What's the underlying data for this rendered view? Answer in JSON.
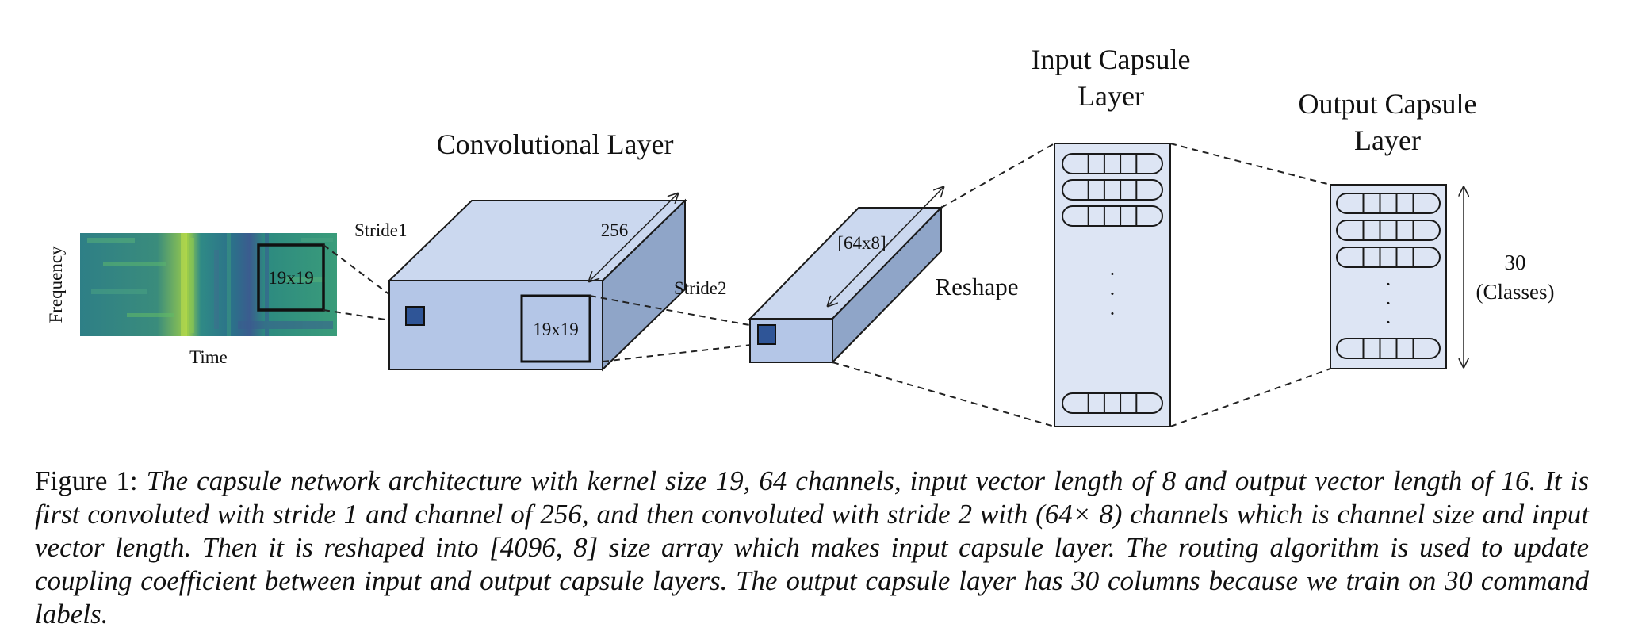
{
  "diagram": {
    "spectrogram": {
      "x_label": "Time",
      "y_label": "Frequency",
      "kernel_label": "19x19"
    },
    "conv_layer": {
      "title": "Convolutional Layer",
      "stride_label": "Stride1",
      "depth_label": "256",
      "kernel_label": "19x19"
    },
    "primary_block": {
      "stride_label": "Stride2",
      "shape_label": "[64x8]",
      "reshape_label": "Reshape"
    },
    "input_capsule": {
      "title_line1": "Input Capsule",
      "title_line2": "Layer",
      "ellipsis": "·"
    },
    "output_capsule": {
      "title_line1": "Output Capsule",
      "title_line2": "Layer",
      "count_label": "30",
      "classes_label": "(Classes)",
      "ellipsis": "·"
    },
    "colors": {
      "box_front": "#b4c6e7",
      "box_top": "#cbd8ef",
      "box_side": "#8fa5c8",
      "capsule_bg": "#dde5f4",
      "unit_fill": "#2f5597"
    }
  },
  "caption": {
    "label": "Figure 1:",
    "text": "The capsule network architecture with kernel size 19, 64 channels, input vector length of 8 and output vector length of 16. It is first convoluted with stride 1 and channel of 256, and then convoluted with stride 2 with (64× 8) channels which is channel size and input vector length. Then it is reshaped into [4096, 8] size array which makes input capsule layer. The routing algorithm is used to update coupling coefficient between input and output capsule layers. The output capsule layer has 30 columns because we train on 30 command labels."
  }
}
